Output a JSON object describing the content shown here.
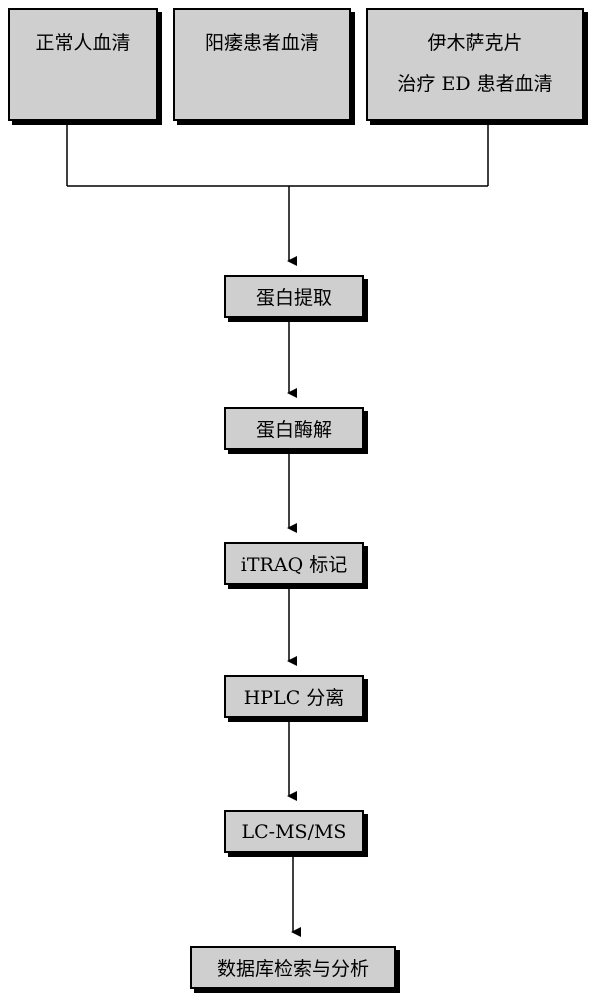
{
  "colors": {
    "box_fill": "#cfcfcf",
    "border": "#000000",
    "background": "#ffffff"
  },
  "sources": [
    {
      "lines": [
        "正常人血清"
      ]
    },
    {
      "lines": [
        "阳痿患者血清"
      ]
    },
    {
      "lines": [
        "伊木萨克片",
        "治疗 ED 患者血清"
      ]
    }
  ],
  "steps": [
    {
      "label": "蛋白提取"
    },
    {
      "label": "蛋白酶解"
    },
    {
      "label": "iTRAQ 标记"
    },
    {
      "label": "HPLC 分离"
    },
    {
      "label": "LC-MS/MS"
    },
    {
      "label": "数据库检索与分析"
    }
  ]
}
